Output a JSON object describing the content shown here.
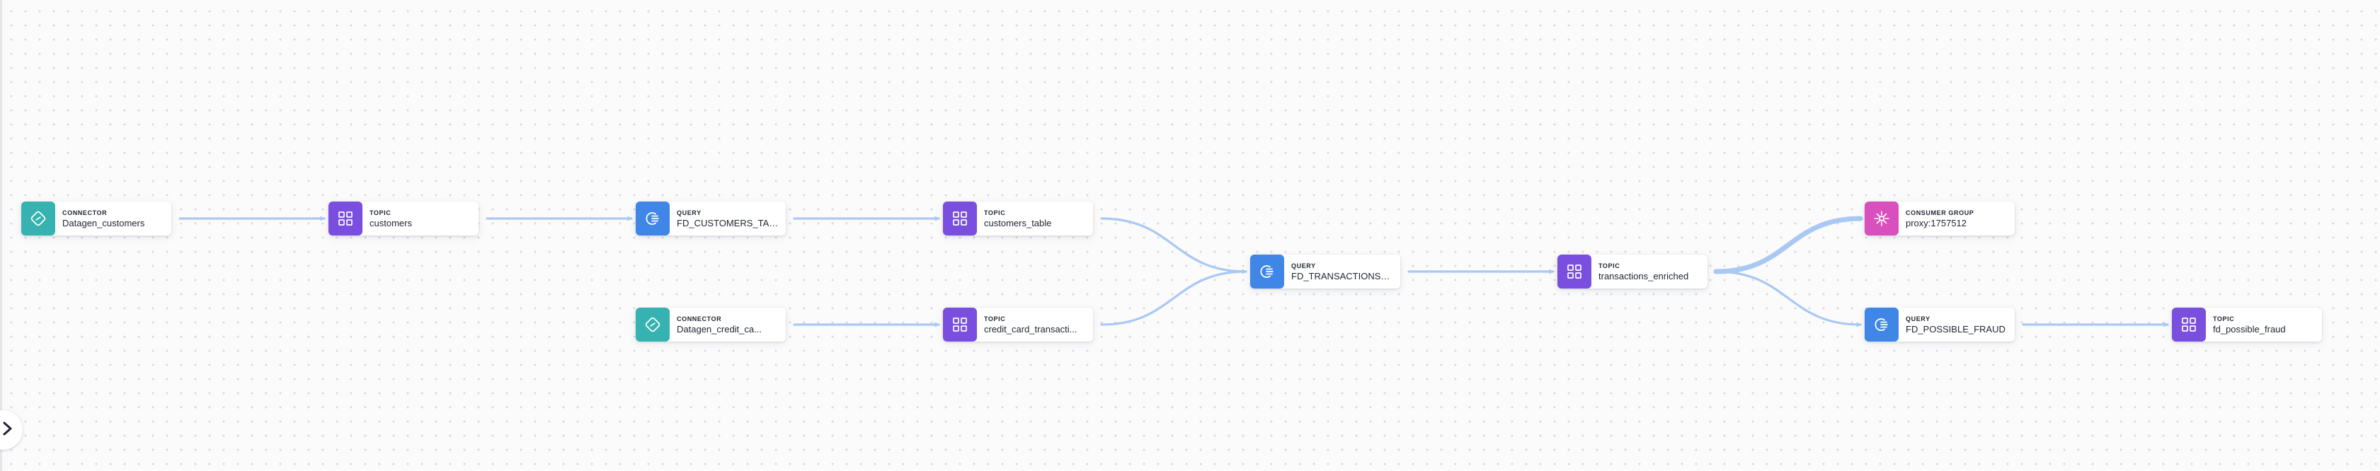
{
  "colors": {
    "connector": "#36b3b0",
    "topic": "#7a4fe0",
    "query": "#3f86e6",
    "consumer_group": "#d84fbd",
    "edge": "#a9c8f3"
  },
  "nodes": [
    {
      "id": "datagen-customers",
      "type": "CONNECTOR",
      "label": "Datagen_customers",
      "icon": "connector-icon"
    },
    {
      "id": "customers",
      "type": "TOPIC",
      "label": "customers",
      "icon": "topic-icon"
    },
    {
      "id": "fd-customers-table",
      "type": "QUERY",
      "label": "FD_CUSTOMERS_TAB...",
      "icon": "query-icon"
    },
    {
      "id": "customers-table",
      "type": "TOPIC",
      "label": "customers_table",
      "icon": "topic-icon"
    },
    {
      "id": "datagen-credit-card",
      "type": "CONNECTOR",
      "label": "Datagen_credit_ca...",
      "icon": "connector-icon"
    },
    {
      "id": "credit-card-transactions",
      "type": "TOPIC",
      "label": "credit_card_transacti...",
      "icon": "topic-icon"
    },
    {
      "id": "fd-transactions",
      "type": "QUERY",
      "label": "FD_TRANSACTIONS_...",
      "icon": "query-icon"
    },
    {
      "id": "transactions-enriched",
      "type": "TOPIC",
      "label": "transactions_enriched",
      "icon": "topic-icon"
    },
    {
      "id": "proxy-consumer-group",
      "type": "CONSUMER GROUP",
      "label": "proxy:1757512",
      "icon": "consumer-group-icon"
    },
    {
      "id": "fd-possible-fraud",
      "type": "QUERY",
      "label": "FD_POSSIBLE_FRAUD",
      "icon": "query-icon"
    },
    {
      "id": "fd-possible-fraud-topic",
      "type": "TOPIC",
      "label": "fd_possible_fraud",
      "icon": "topic-icon"
    }
  ],
  "edges": [
    {
      "from": "datagen-customers",
      "to": "customers"
    },
    {
      "from": "customers",
      "to": "fd-customers-table"
    },
    {
      "from": "fd-customers-table",
      "to": "customers-table"
    },
    {
      "from": "customers-table",
      "to": "fd-transactions"
    },
    {
      "from": "datagen-credit-card",
      "to": "credit-card-transactions"
    },
    {
      "from": "credit-card-transactions",
      "to": "fd-transactions"
    },
    {
      "from": "fd-transactions",
      "to": "transactions-enriched"
    },
    {
      "from": "transactions-enriched",
      "to": "proxy-consumer-group",
      "thick": true
    },
    {
      "from": "transactions-enriched",
      "to": "fd-possible-fraud"
    },
    {
      "from": "fd-possible-fraud",
      "to": "fd-possible-fraud-topic"
    }
  ],
  "expand_button": {
    "icon": "chevron-right-icon"
  }
}
